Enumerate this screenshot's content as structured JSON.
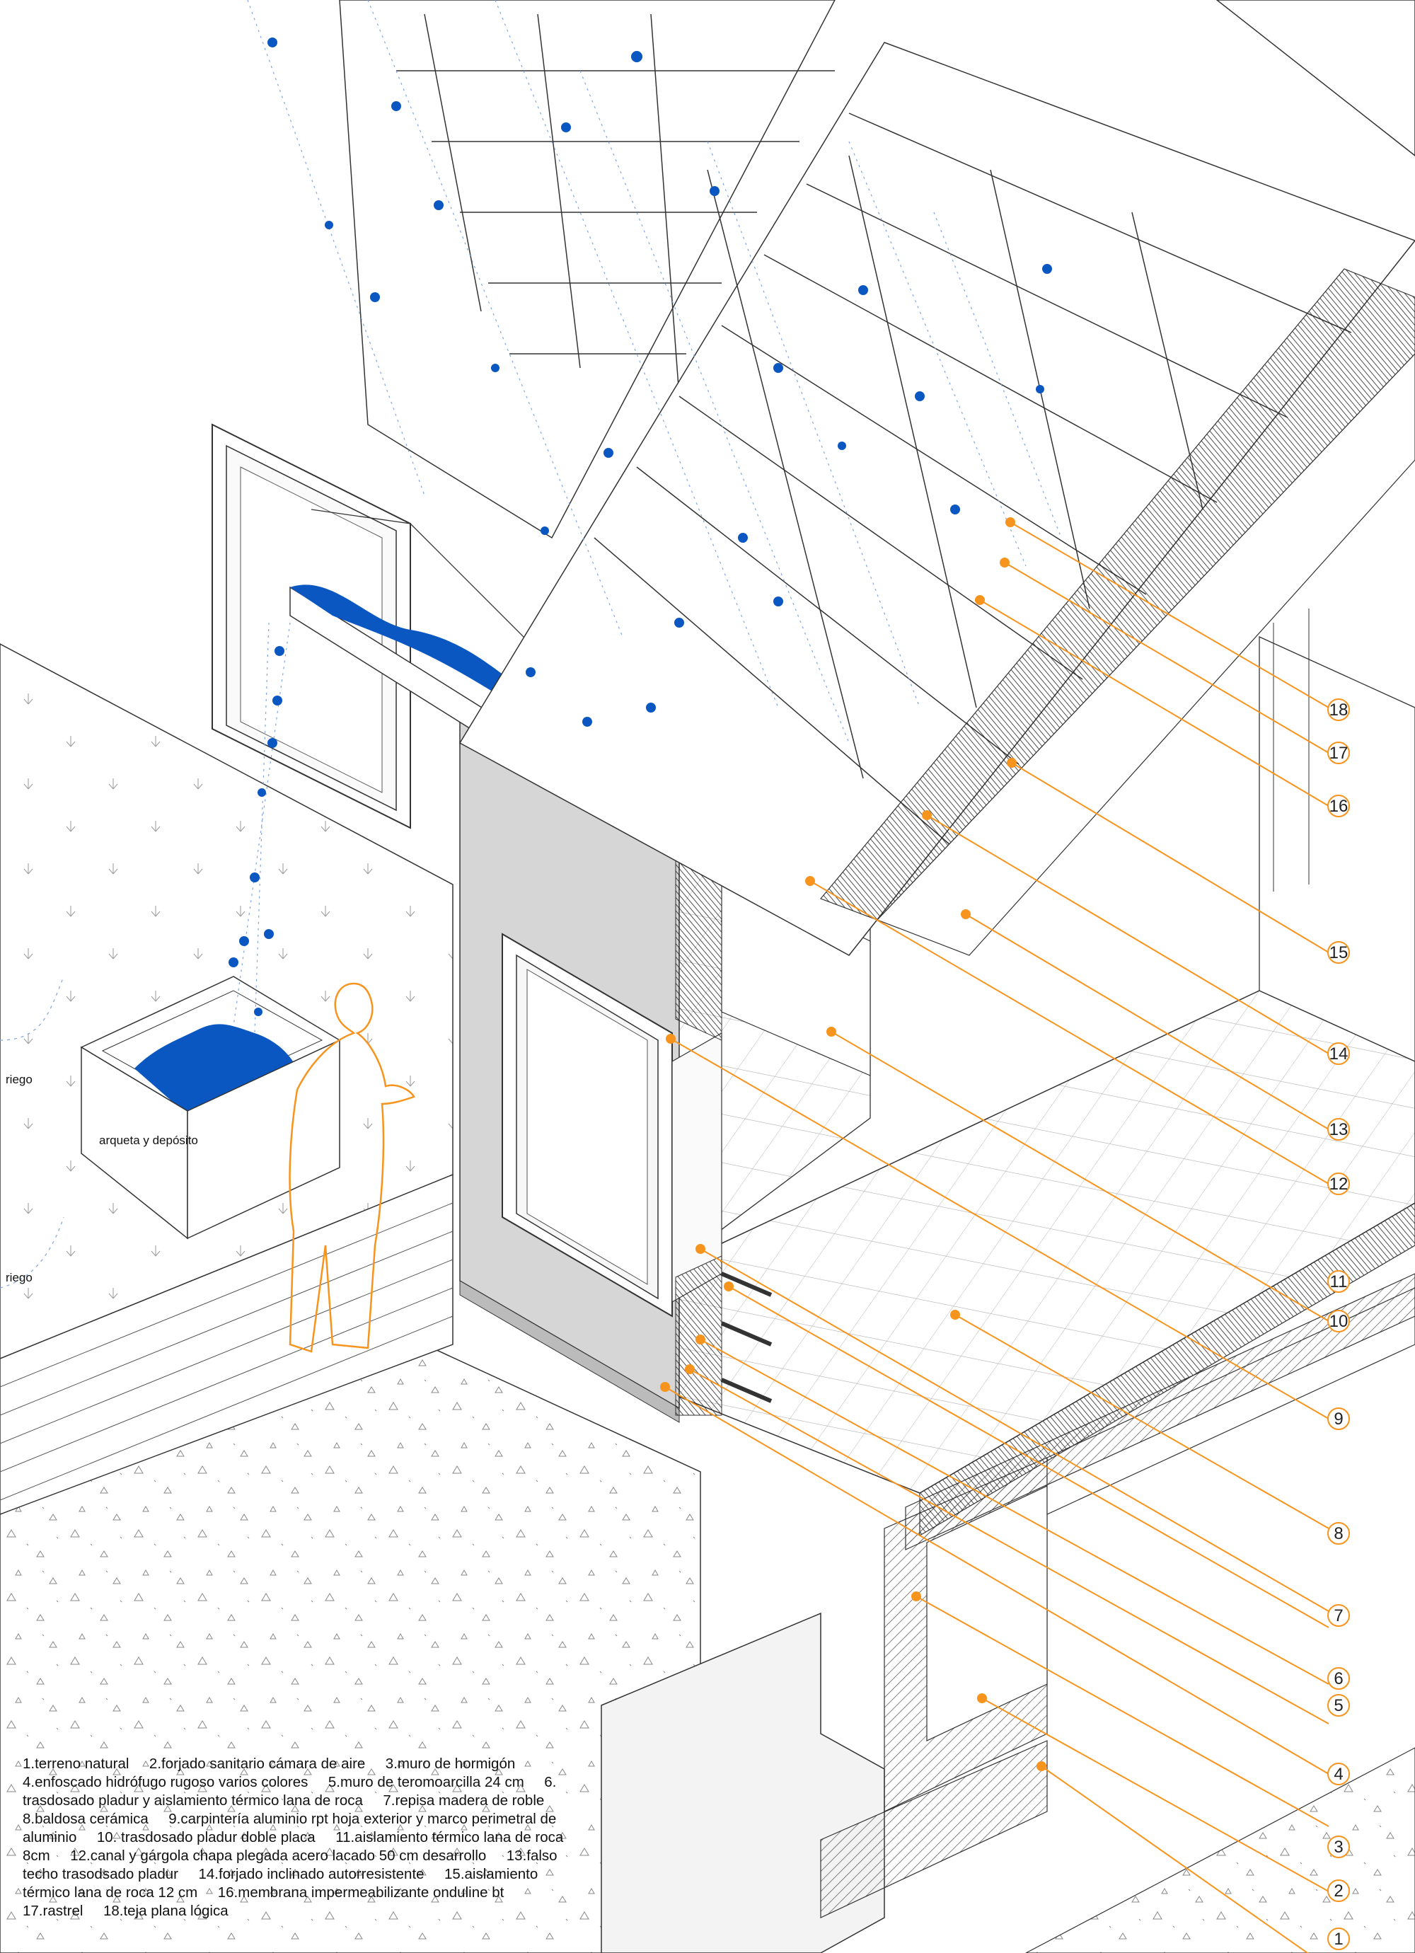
{
  "labels": {
    "riego_upper": "riego",
    "riego_lower": "riego",
    "arqueta": "arqueta y depósito"
  },
  "callout_numbers": [
    "18",
    "17",
    "16",
    "15",
    "14",
    "13",
    "12",
    "11",
    "10",
    "9",
    "8",
    "7",
    "6",
    "5",
    "4",
    "3",
    "2",
    "1"
  ],
  "legend": [
    "1.terreno natural",
    "2.forjado sanitario cámara de aire",
    "3.muro de hormigón",
    "4.enfoscado hidrófugo rugoso varios colores",
    "5.muro de teromoarcilla 24 cm",
    "6. trasdosado pladur y aislamiento térmico lana de roca",
    "7.repisa madera de roble",
    "8.baldosa cerámica",
    "9.carpintería aluminio rpt hoja exterior y marco perimetral de aluminio",
    "10. trasdosado pladur doble placa",
    "11.aislamiento térmico lana de roca 8cm",
    "12.canal y gárgola chapa plegada acero lacado 50 cm desarrollo",
    "13.falso techo trasodsado pladur",
    "14.forjado inclinado autorresistente",
    "15.aislamiento térmico lana de roca 12 cm",
    "16.membrana impermeabilizante onduline bt",
    "17.rastrel",
    "18.teja plana lógica"
  ],
  "colors": {
    "water": "#0a57c2",
    "callout": "#f7941d",
    "line": "#333333",
    "concrete_wall": "#d6d6d6"
  }
}
